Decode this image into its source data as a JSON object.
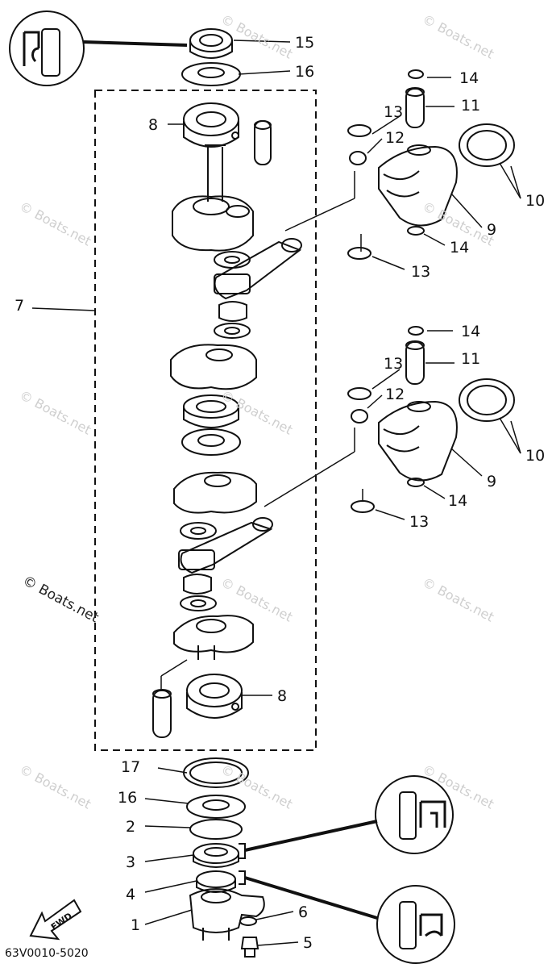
{
  "diagram_code": "63V0010-5020",
  "fwd_label": "FWD",
  "watermark_primary": "© Boats.net",
  "watermark_faint": "© Boats.net",
  "callouts": [
    "15",
    "16",
    "14",
    "13",
    "11",
    "8",
    "12",
    "10",
    "9",
    "14",
    "13",
    "7",
    "14",
    "13",
    "11",
    "12",
    "10",
    "9",
    "14",
    "13",
    "8",
    "17",
    "16",
    "2",
    "3",
    "4",
    "1",
    "6",
    "5"
  ],
  "icons": [
    "part-illustration",
    "detail-inset-icon",
    "fwd-arrow-icon"
  ]
}
